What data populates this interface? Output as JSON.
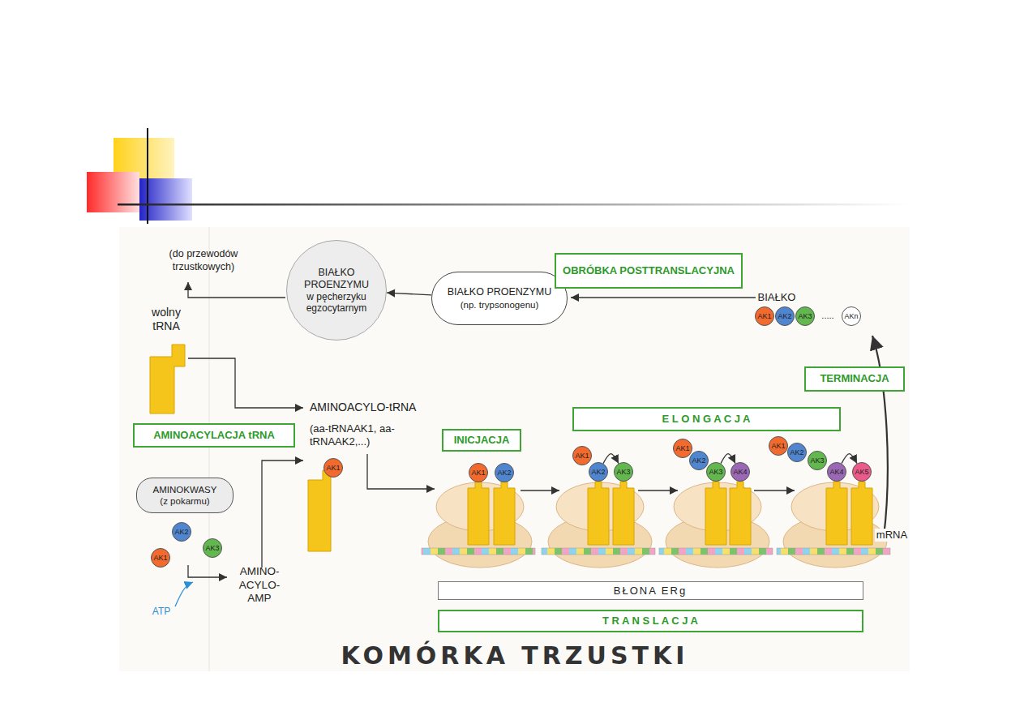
{
  "diagram": {
    "caption": "KOMÓRKA TRZUSTKI",
    "nodes": [
      {
        "text": [
          "BIAŁKO PROENZYMU",
          "w pęcherzyku egzocytarnym"
        ]
      },
      {
        "text": [
          "BIAŁKO PROENZYMU",
          "(np. trypsonogenu)"
        ]
      },
      {
        "text": [
          "OBRÓBKA POSTTRANSLACYJNA"
        ]
      },
      {
        "text": [
          "AK1"
        ]
      },
      {
        "text": [
          "AK2"
        ]
      },
      {
        "text": [
          "AK3"
        ]
      },
      {
        "text": [
          "AKn"
        ]
      },
      {
        "text": [
          "TERMINACJA"
        ]
      },
      {
        "text": [
          "E L O N G A C J A"
        ]
      },
      {
        "text": [
          "AMINOACYLACJA tRNA"
        ]
      },
      {
        "text": [
          "INICJACJA"
        ]
      },
      {
        "text": [
          "AK1"
        ]
      },
      {
        "text": [
          "AMINOKWASY",
          "(z pokarmu)"
        ]
      },
      {
        "text": [
          "AK1"
        ]
      },
      {
        "text": [
          "AK2"
        ]
      },
      {
        "text": [
          "AK1"
        ]
      },
      {
        "text": [
          "AK2"
        ]
      },
      {
        "text": [
          "AK3"
        ]
      },
      {
        "text": [
          "AK1"
        ]
      },
      {
        "text": [
          "AK2"
        ]
      },
      {
        "text": [
          "AK3"
        ]
      },
      {
        "text": [
          "AK4"
        ]
      },
      {
        "text": [
          "AK1"
        ]
      },
      {
        "text": [
          "AK2"
        ]
      },
      {
        "text": [
          "AK3"
        ]
      },
      {
        "text": [
          "AK4"
        ]
      },
      {
        "text": [
          "AK5"
        ]
      },
      {
        "text": [
          "AK2"
        ]
      },
      {
        "text": [
          "AK3"
        ]
      },
      {
        "text": [
          "AK1"
        ]
      },
      {
        "text": [
          "BŁONA ERg"
        ]
      },
      {
        "text": [
          "T R A N S L A C J A"
        ]
      }
    ],
    "edges": [
      {
        "from": 1,
        "to": 0,
        "arrow": "to"
      },
      {
        "from": 16,
        "to": 17,
        "arrow": "to"
      },
      {
        "from": 20,
        "to": 21,
        "arrow": "to"
      },
      {
        "from": 25,
        "to": 26,
        "arrow": "to"
      }
    ],
    "labels": [
      "(do przewodów trzustkowych)",
      "wolny tRNA",
      "AMINOACYLO-tRNA",
      "(aa-tRNAAK1, aa-tRNAAK2,...)",
      "BIAŁKO",
      ".....",
      "AMINO- ACYLO-AMP",
      "ATP",
      "mRNA"
    ]
  }
}
